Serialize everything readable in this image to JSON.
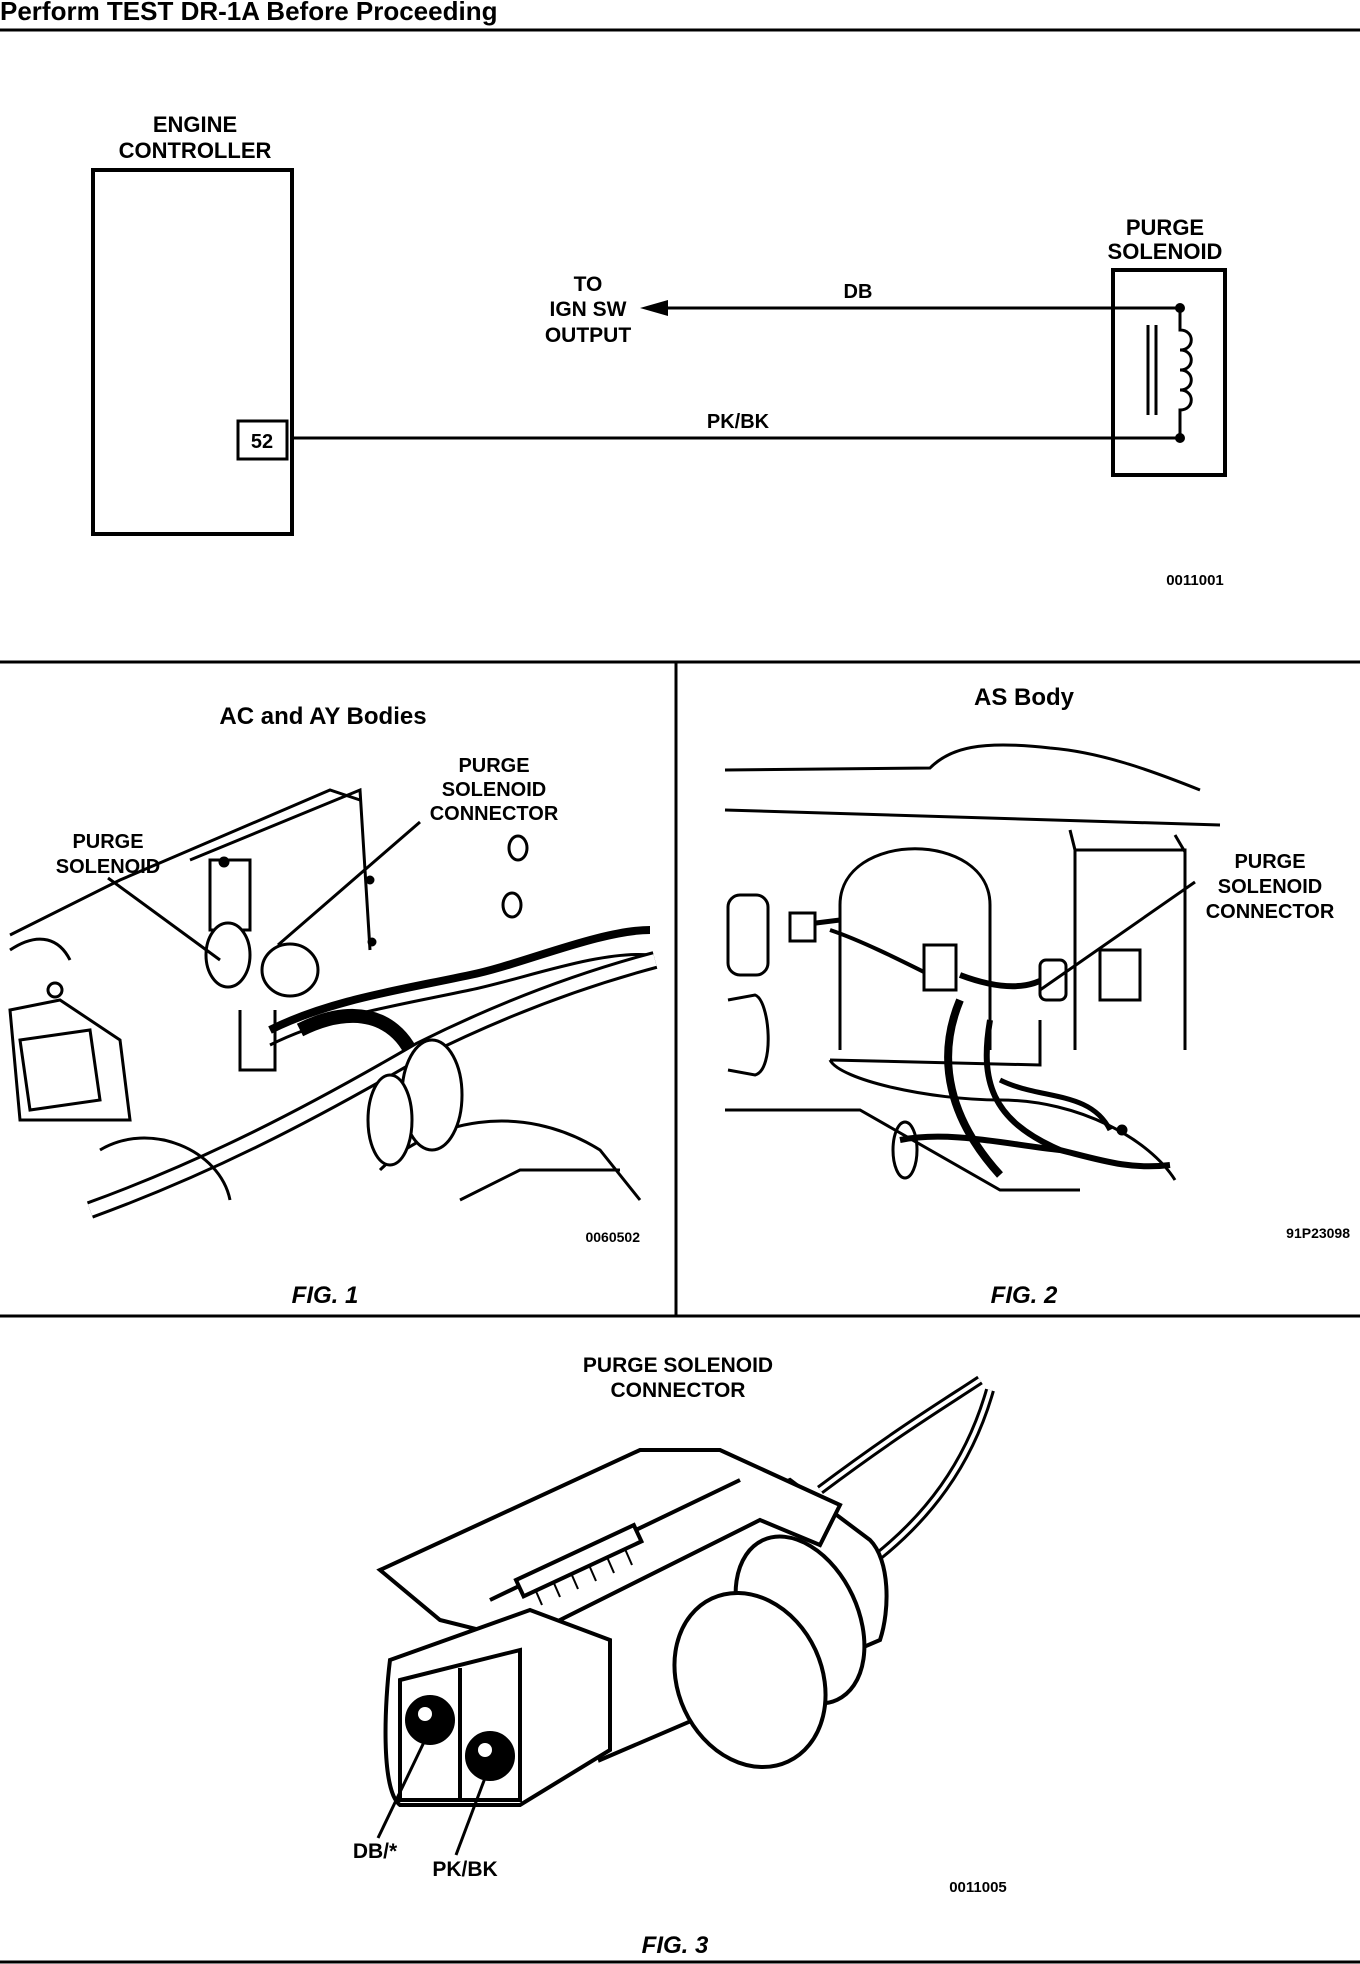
{
  "header": {
    "title": "Perform TEST DR-1A Before Proceeding"
  },
  "schematic": {
    "engine_controller_line1": "ENGINE",
    "engine_controller_line2": "CONTROLLER",
    "pin_number": "52",
    "to_label_line1": "TO",
    "to_label_line2": "IGN  SW",
    "to_label_line3": "OUTPUT",
    "wire_db": "DB",
    "wire_pkbk": "PK/BK",
    "purge_solenoid_line1": "PURGE",
    "purge_solenoid_line2": "SOLENOID",
    "figure_code": "0011001"
  },
  "fig1": {
    "title": "AC and AY Bodies",
    "label_purge_line1": "PURGE",
    "label_purge_line2": "SOLENOID",
    "label_connector_line1": "PURGE",
    "label_connector_line2": "SOLENOID",
    "label_connector_line3": "CONNECTOR",
    "code": "0060502",
    "caption": "FIG. 1"
  },
  "fig2": {
    "title": "AS Body",
    "label_connector_line1": "PURGE",
    "label_connector_line2": "SOLENOID",
    "label_connector_line3": "CONNECTOR",
    "code": "91P23098",
    "caption": "FIG. 2"
  },
  "fig3": {
    "title_line1": "PURGE SOLENOID",
    "title_line2": "CONNECTOR",
    "pin_db": "DB/*",
    "pin_pkbk": "PK/BK",
    "code": "0011005",
    "caption": "FIG. 3"
  }
}
